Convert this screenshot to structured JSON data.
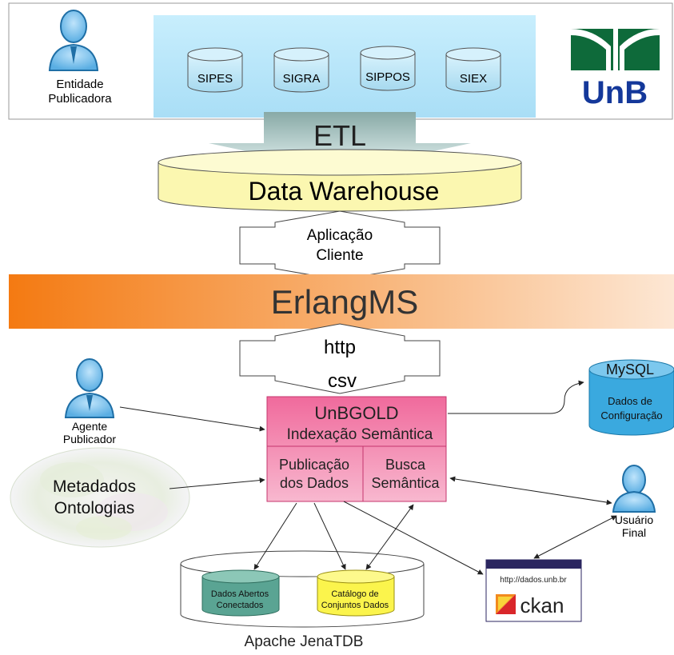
{
  "top_panel": {
    "publisher_label_1": "Entidade",
    "publisher_label_2": "Publicadora",
    "databases": [
      "SIPES",
      "SIGRA",
      "SIPPOS",
      "SIEX"
    ],
    "logo_text": "UnB"
  },
  "etl_label": "ETL",
  "data_warehouse_label": "Data Warehouse",
  "client_app": {
    "line1": "Aplicação",
    "line2": "Cliente"
  },
  "middleware_label": "ErlangMS",
  "protocols": {
    "http": "http",
    "csv": "csv"
  },
  "agent": {
    "line1": "Agente",
    "line2": "Publicador"
  },
  "ontology": {
    "line1": "Metadados",
    "line2": "Ontologias"
  },
  "unbgold": {
    "title": "UnBGOLD",
    "subtitle": "Indexação Semântica",
    "publish_1": "Publicação",
    "publish_2": "dos Dados",
    "search_1": "Busca",
    "search_2": "Semântica"
  },
  "mysql": {
    "title": "MySQL",
    "line1": "Dados de",
    "line2": "Configuração"
  },
  "end_user": {
    "line1": "Usuário",
    "line2": "Final"
  },
  "ckan": {
    "url": "http://dados.unb.br",
    "brand": "ckan"
  },
  "jena": {
    "label": "Apache JenaTDB",
    "linked_1": "Dados Abertos",
    "linked_2": "Conectados",
    "catalog_1": "Catálogo de",
    "catalog_2": "Conjuntos Dados"
  },
  "colors": {
    "sky": "#bfe9fb",
    "etl_gradient_top": "#8fb2b2",
    "dw_fill": "#fbf7b0",
    "erlang_orange": "#f47a12",
    "unbgold_pink": "#f28ab0",
    "mysql_blue": "#3aa9df",
    "linked_teal": "#5aa493",
    "catalog_yellow": "#fbf44c",
    "unb_green": "#0e6a3a",
    "unb_blue": "#14389a",
    "ckan_navy": "#2b2660"
  }
}
